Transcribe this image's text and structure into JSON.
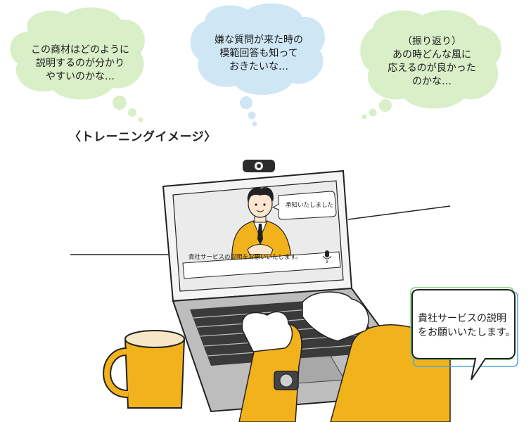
{
  "thoughts": [
    {
      "text": "この商材はどのように\n説明するのが分かり\nやすいのかな…",
      "color": "#d9efc8"
    },
    {
      "text": "嫌な質問が来た時の\n模範回答も知って\nおきたいな…",
      "color": "#cfe6f5"
    },
    {
      "text": "（振り返り）\nあの時どんな風に\n応えるのが良かった\nのかな…",
      "color": "#d9efc8"
    }
  ],
  "section_label": "〈トレーニングイメージ〉",
  "screen": {
    "avatar_bubble": "承知いたしました",
    "subtitle": "貴社サービスの説明をお願いいたします。"
  },
  "user_bubble": "貴社サービスの説明\nをお願いいたします。",
  "colors": {
    "accent_yellow": "#f2b21b",
    "bubble_green": "#d9efc8",
    "bubble_blue": "#cfe6f5",
    "screen_bg": "#ebebeb",
    "laptop_body": "#bdbdbd",
    "outline": "#222222"
  },
  "icons": [
    "microphone-icon",
    "webcam-icon",
    "wristwatch-icon"
  ]
}
